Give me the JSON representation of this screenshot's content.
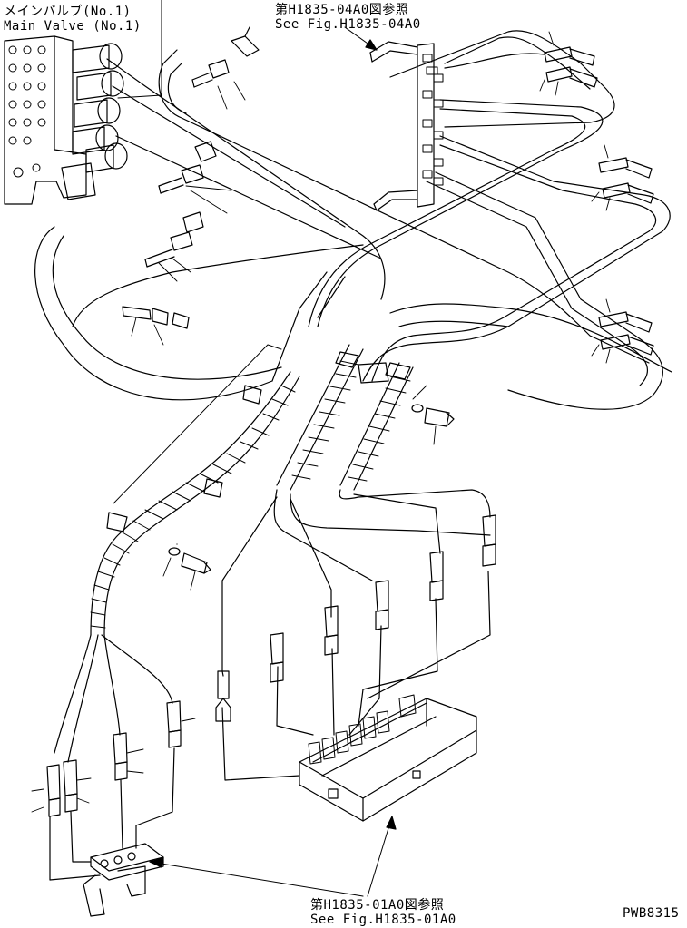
{
  "labels": {
    "main_valve_ja": "メインバルブ(No.1)",
    "main_valve_en": "Main Valve (No.1)",
    "ref_top_ja": "第H1835-04A0図参照",
    "ref_top_en": "See Fig.H1835-04A0",
    "ref_bottom_ja": "第H1835-01A0図参照",
    "ref_bottom_en": "See Fig.H1835-01A0",
    "drawing_number": "PWB8315"
  },
  "colors": {
    "ink": "#000000",
    "paper": "#ffffff"
  }
}
